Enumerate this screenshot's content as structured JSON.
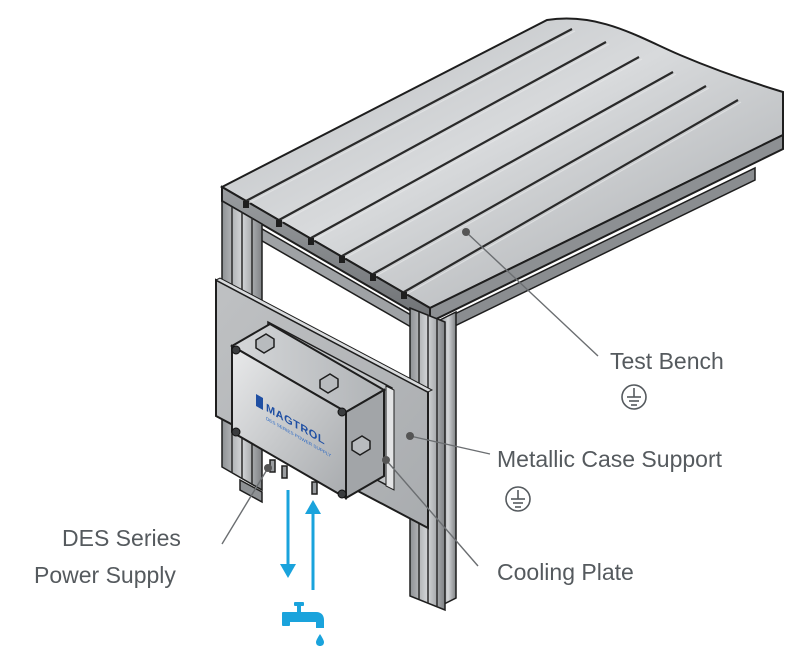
{
  "labels": {
    "test_bench": "Test Bench",
    "metallic_case_support": "Metallic Case Support",
    "cooling_plate": "Cooling Plate",
    "power_supply_line1": "DES Series",
    "power_supply_line2": "Power Supply"
  },
  "brand": {
    "logo_text": "MAGTROL",
    "logo_subtext": "DES SERIES POWER SUPPLY"
  },
  "icons": {
    "ground": "ground-symbol-icon",
    "water": "water-tap-icon",
    "flow_down": "arrow-down-icon",
    "flow_up": "arrow-up-icon"
  },
  "colors": {
    "bench_light": "#c9cbcd",
    "bench_dark": "#8c8f92",
    "outline": "#1e1e1e",
    "water_blue": "#1aa3dc",
    "label_text": "#555a5e",
    "leader_line": "#6b6e71"
  }
}
